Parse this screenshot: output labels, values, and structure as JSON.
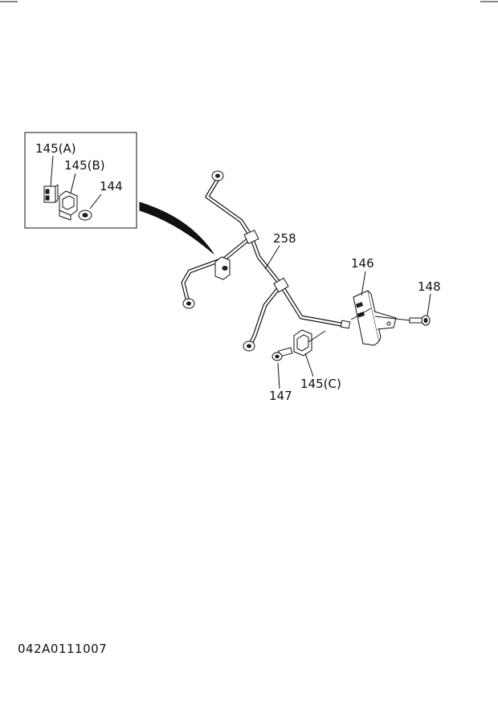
{
  "labels": {
    "inset_145a": "145(A)",
    "inset_145b": "145(B)",
    "inset_144": "144",
    "part_258": "258",
    "part_146": "146",
    "part_148": "148",
    "part_145c": "145(C)",
    "part_147": "147"
  },
  "drawing_code": "042A0111007"
}
